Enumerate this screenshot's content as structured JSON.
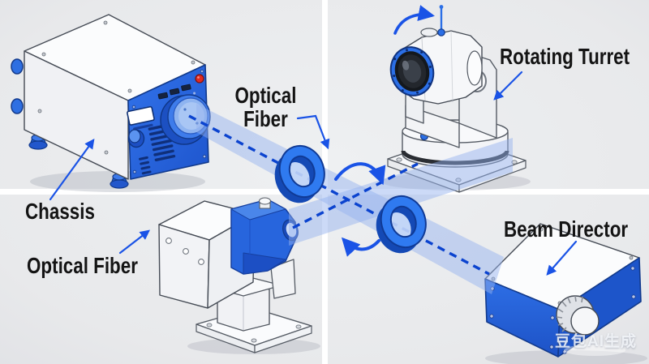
{
  "labels": {
    "chassis": "Chassis",
    "optical_fiber_line1": "Optical",
    "optical_fiber_line2": "Fiber",
    "optical_fiber_bottom": "Optical Fiber",
    "rotating_turret": "Rotating Turret",
    "beam_director": "Beam Director"
  },
  "watermark": "豆包AI生成",
  "colors": {
    "background": "#e9eaec",
    "divider": "#ffffff",
    "primary_blue": "#2b6ce4",
    "dark_blue": "#1548b8",
    "beam_line": "#0b43cf",
    "beam_glow": "#9cbbee",
    "arrow_blue": "#1a53e6",
    "label_text": "#141414",
    "alert_red": "#e12a22",
    "device_white": "#f5f6f8"
  },
  "components": [
    {
      "id": "chassis",
      "label": "Chassis",
      "quadrant": "top-left"
    },
    {
      "id": "rotating-turret",
      "label": "Rotating Turret",
      "quadrant": "top-right"
    },
    {
      "id": "fiber-collimator",
      "label": "Optical Fiber",
      "quadrant": "bottom-left"
    },
    {
      "id": "beam-director",
      "label": "Beam Director",
      "quadrant": "bottom-right"
    },
    {
      "id": "fiber-lens-rings",
      "label": "Optical Fiber",
      "quadrant": "center"
    }
  ],
  "beams": [
    {
      "from": "chassis",
      "through": [
        "lens-ring-1",
        "lens-ring-2"
      ],
      "to": "beam-director",
      "style": "dashed-blue"
    },
    {
      "from": "fiber-collimator",
      "to": "rotating-turret",
      "style": "dashed-blue"
    }
  ]
}
